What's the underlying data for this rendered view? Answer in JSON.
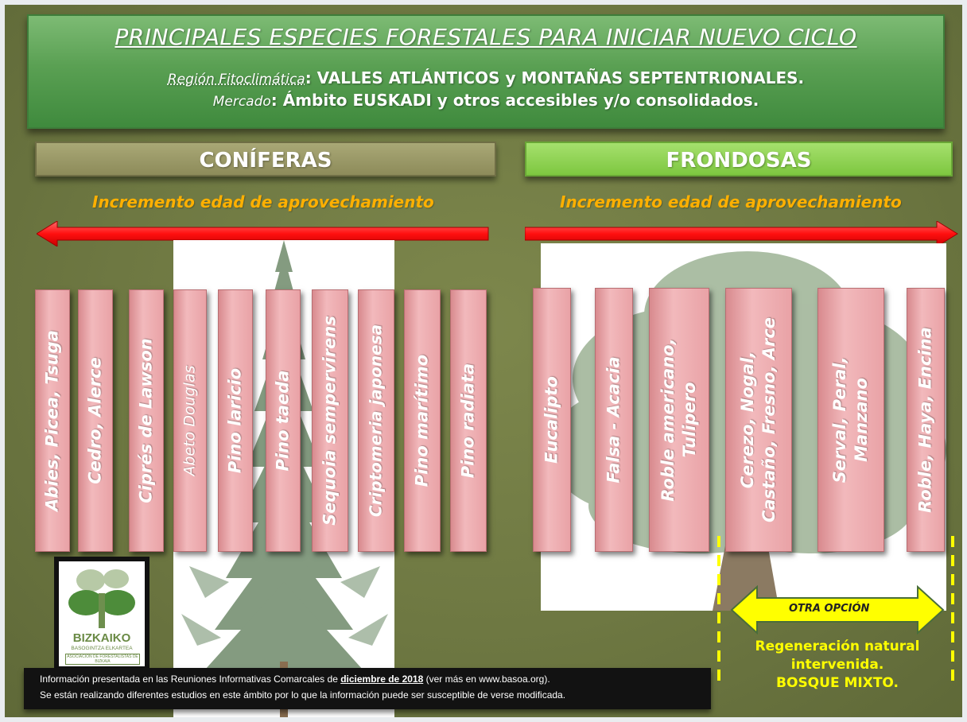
{
  "header": {
    "title": "PRINCIPALES ESPECIES FORESTALES PARA INICIAR NUEVO CICLO",
    "region_label": "Región Fitoclimática",
    "region_value": ": VALLES ATLÁNTICOS y MONTAÑAS SEPTENTRIONALES.",
    "market_label": "Mercado",
    "market_value": ": Ámbito EUSKADI y otros accesibles y/o consolidados."
  },
  "coniferas": {
    "title": "CONÍFERAS",
    "increment": "Incremento edad de aprovechamiento",
    "species": [
      "Abies, Picea, Tsuga",
      "Cedro, Alerce",
      "Ciprés de Lawson",
      "Abeto Douglas",
      "Pino laricio",
      "Pino taeda",
      "Sequoia sempervirens",
      "Criptomeria japonesa",
      "Pino marítimo",
      "Pino radiata"
    ]
  },
  "frondosas": {
    "title": "FRONDOSAS",
    "increment": "Incremento edad de aprovechamiento",
    "species": [
      {
        "l1": "Eucalipto",
        "l2": ""
      },
      {
        "l1": "Falsa - Acacia",
        "l2": ""
      },
      {
        "l1": "Roble americano,",
        "l2": "Tulipero"
      },
      {
        "l1": "Cerezo, Nogal,",
        "l2": "Castaño, Fresno, Arce"
      },
      {
        "l1": "Serval, Peral,",
        "l2": "Manzano"
      },
      {
        "l1": "Roble, Haya, Encina",
        "l2": ""
      }
    ]
  },
  "otra_opcion": "OTRA OPCIÓN",
  "regeneracion": [
    "Regeneración natural",
    "intervenida.",
    "BOSQUE MIXTO."
  ],
  "logo": {
    "name": "BIZKAIKO",
    "sub": "BASOGINTZA ELKARTEA",
    "sub2": "ASOCIACIÓN DE FORESTALISTAS DE BIZKAIA"
  },
  "info": {
    "line1_pre": "Información presentada en las Reuniones Informativas Comarcales de ",
    "line1_bold": "diciembre de 2018",
    "line1_post": " (ver más en www.basoa.org).",
    "line2": "Se están realizando diferentes estudios en este ámbito por lo que la información puede ser susceptible de verse modificada."
  },
  "colors": {
    "background": "#6e7842",
    "header_green": "#5aa053",
    "coniferas_bar": "#9b9a68",
    "frondosas_bar": "#8fd255",
    "species_pink": "#f2b9bc",
    "arrow_red": "#ff1a1a",
    "increment_text": "#ffb000",
    "regeneracion_text": "#ffff00"
  }
}
